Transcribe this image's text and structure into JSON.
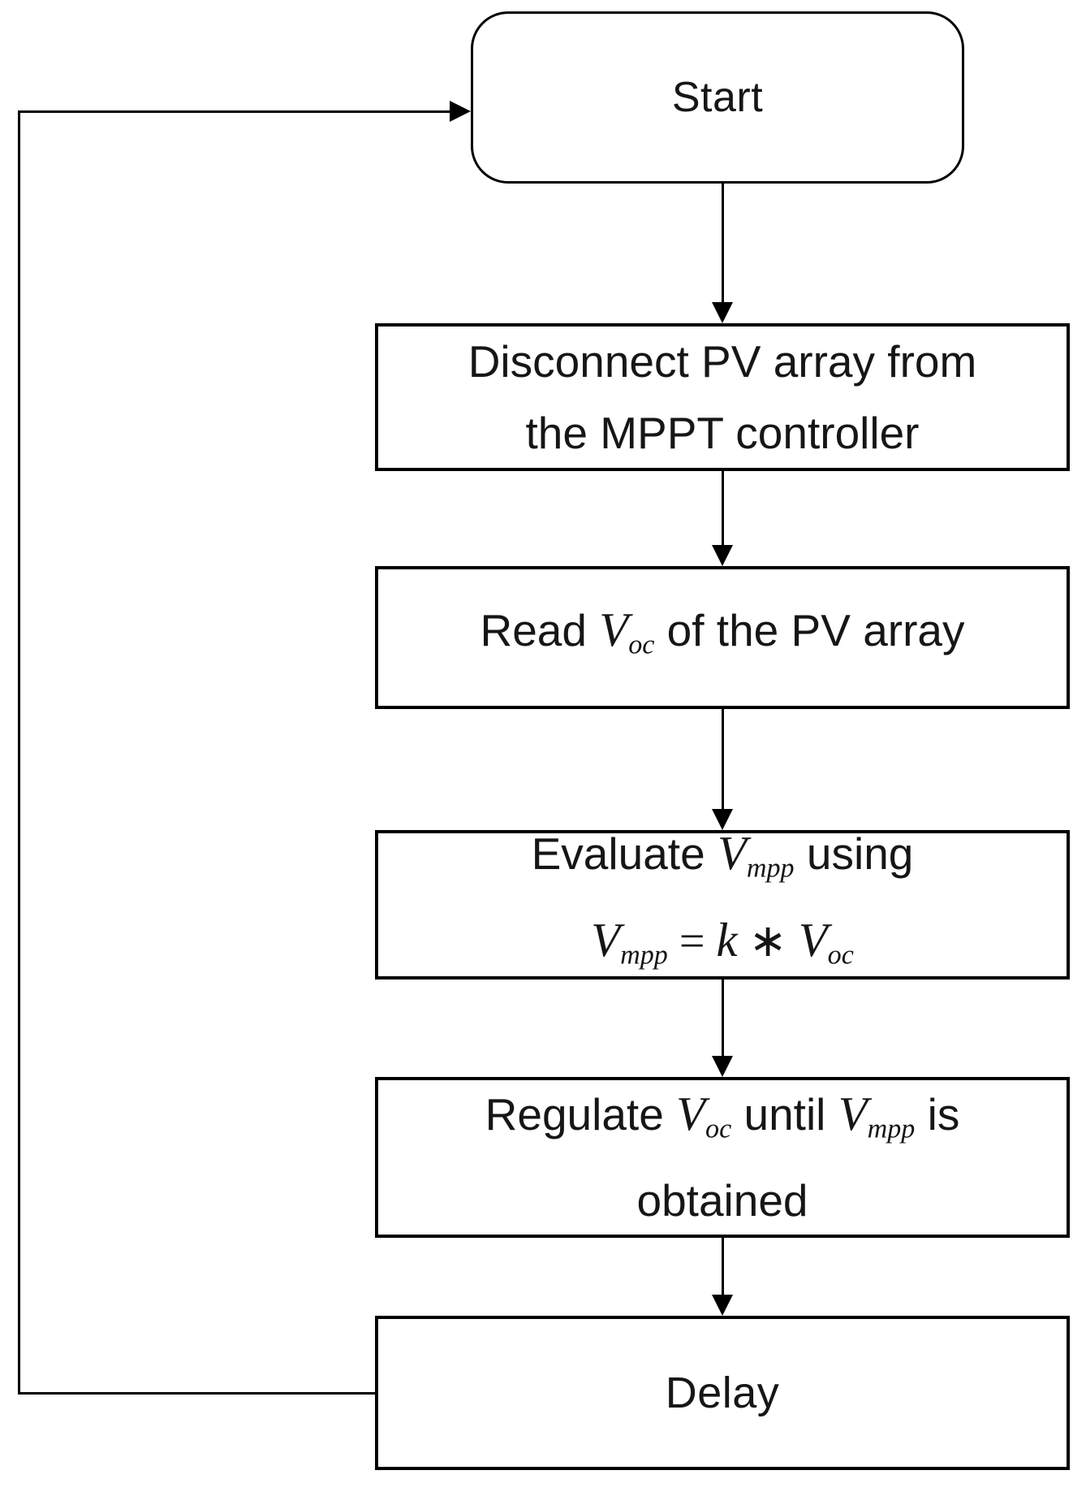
{
  "colors": {
    "background": "#ffffff",
    "line": "#000000",
    "text": "#161616"
  },
  "nodes": {
    "start": {
      "shape": "rounded-rectangle",
      "label": "Start"
    },
    "disconnect": {
      "shape": "rectangle",
      "lines": [
        [
          {
            "t": "Disconnect PV array from",
            "k": "p"
          }
        ],
        [
          {
            "t": "the MPPT controller",
            "k": "p"
          }
        ]
      ]
    },
    "read": {
      "shape": "rectangle",
      "lines": [
        [
          {
            "t": "Read ",
            "k": "p"
          },
          {
            "t": "V",
            "k": "v"
          },
          {
            "t": "oc",
            "k": "s"
          },
          {
            "t": " of the PV array",
            "k": "p"
          }
        ]
      ]
    },
    "evaluate": {
      "shape": "rectangle",
      "lines": [
        [
          {
            "t": "Evaluate ",
            "k": "p"
          },
          {
            "t": "V",
            "k": "v"
          },
          {
            "t": "mpp",
            "k": "s"
          },
          {
            "t": " using",
            "k": "p"
          }
        ],
        [
          {
            "t": "V",
            "k": "v"
          },
          {
            "t": "mpp",
            "k": "s"
          },
          {
            "t": " = ",
            "k": "m"
          },
          {
            "t": "k",
            "k": "v"
          },
          {
            "t": " ∗ ",
            "k": "m"
          },
          {
            "t": "V",
            "k": "v"
          },
          {
            "t": "oc",
            "k": "s"
          }
        ]
      ]
    },
    "regulate": {
      "shape": "rectangle",
      "lines": [
        [
          {
            "t": "Regulate ",
            "k": "p"
          },
          {
            "t": "V",
            "k": "v"
          },
          {
            "t": "oc",
            "k": "s"
          },
          {
            "t": " until ",
            "k": "p"
          },
          {
            "t": "V",
            "k": "v"
          },
          {
            "t": "mpp",
            "k": "s"
          },
          {
            "t": " is",
            "k": "p"
          }
        ],
        [
          {
            "t": "obtained",
            "k": "p"
          }
        ]
      ]
    },
    "delay": {
      "shape": "rectangle",
      "label": "Delay"
    }
  },
  "edges": [
    {
      "from": "start",
      "to": "disconnect",
      "kind": "arrow-down"
    },
    {
      "from": "disconnect",
      "to": "read",
      "kind": "arrow-down"
    },
    {
      "from": "read",
      "to": "evaluate",
      "kind": "arrow-down"
    },
    {
      "from": "evaluate",
      "to": "regulate",
      "kind": "arrow-down"
    },
    {
      "from": "regulate",
      "to": "delay",
      "kind": "arrow-down"
    },
    {
      "from": "delay",
      "to": "start",
      "kind": "loop-back-left"
    }
  ]
}
